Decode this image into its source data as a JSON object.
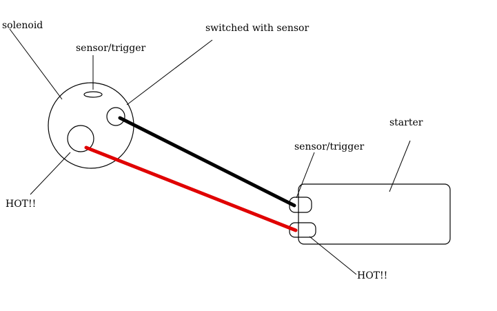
{
  "labels": {
    "solenoid": "solenoid",
    "sensor_trigger_solenoid": "sensor/trigger",
    "switched": "switched with sensor",
    "hot_solenoid": "HOT!!",
    "starter": "starter",
    "sensor_trigger_starter": "sensor/trigger",
    "hot_starter": "HOT!!"
  },
  "colors": {
    "black_wire": "#000000",
    "red_wire": "#e00000"
  }
}
